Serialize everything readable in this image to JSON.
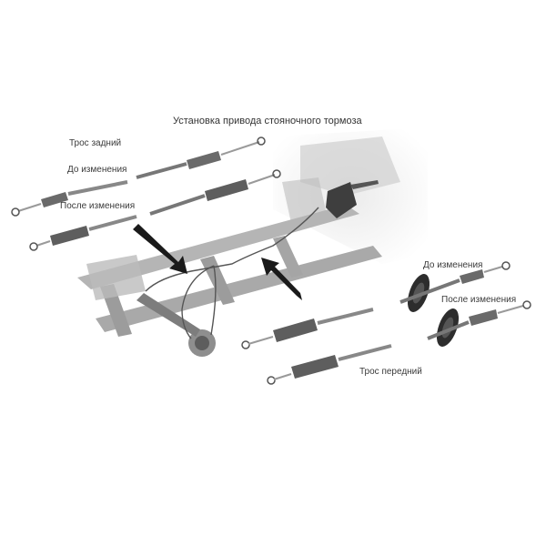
{
  "diagram": {
    "title": "Установка привода стояночного тормоза",
    "rear_cable": {
      "label": "Трос задний",
      "before_label": "До изменения",
      "after_label": "После изменения"
    },
    "front_cable": {
      "label": "Трос передний",
      "before_label": "До изменения",
      "after_label": "После изменения"
    }
  }
}
